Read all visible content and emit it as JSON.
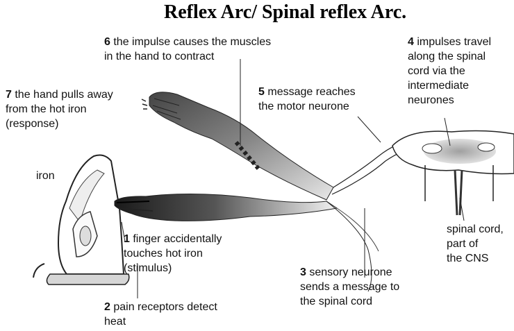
{
  "title": "Reflex Arc/ Spinal reflex Arc.",
  "labels": {
    "step6": {
      "num": "6",
      "line1": "the impulse causes the muscles",
      "line2": "in the hand to contract"
    },
    "step7": {
      "num": "7",
      "line1": "the hand pulls away",
      "line2": "from the hot iron",
      "line3": "(response)"
    },
    "step5": {
      "num": "5",
      "line1": "message reaches",
      "line2": "the motor neurone"
    },
    "step4": {
      "num": "4",
      "line1": "impulses travel",
      "line2": "along the spinal",
      "line3": "cord via the",
      "line4": "intermediate",
      "line5": "neurones"
    },
    "iron": "iron",
    "step1": {
      "num": "1",
      "line1": "finger accidentally",
      "line2": "touches hot iron",
      "line3": "(stimulus)"
    },
    "step3": {
      "num": "3",
      "line1": "sensory neurone",
      "line2": "sends a message to",
      "line3": "the spinal cord"
    },
    "step2": {
      "num": "2",
      "line1": "pain receptors detect",
      "line2": "heat"
    },
    "spinal": {
      "line1": "spinal cord,",
      "line2": "part of",
      "line3": "the CNS"
    }
  }
}
